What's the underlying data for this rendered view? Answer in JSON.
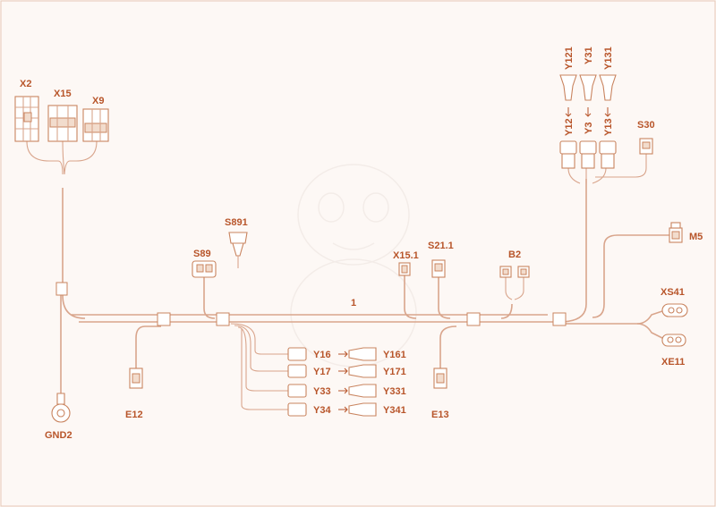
{
  "colors": {
    "line": "#d9a58c",
    "part": "#c9845f",
    "text": "#b8552a",
    "background": "#fdf8f5"
  },
  "labels": {
    "x2": "X2",
    "x15": "X15",
    "x9": "X9",
    "gnd2": "GND2",
    "e12": "E12",
    "e13": "E13",
    "s891": "S891",
    "s89": "S89",
    "x15_1": "X15.1",
    "s21_1": "S21.1",
    "b2": "B2",
    "s30": "S30",
    "m5": "M5",
    "xs41": "XS41",
    "xe11": "XE11",
    "y121": "Y121",
    "y31": "Y31",
    "y131": "Y131",
    "y12": "Y12",
    "y3": "Y3",
    "y13": "Y13",
    "y16": "Y16",
    "y161": "Y161",
    "y17": "Y17",
    "y171": "Y171",
    "y33": "Y33",
    "y331": "Y331",
    "y34": "Y34",
    "y341": "Y341",
    "harness": "1"
  }
}
